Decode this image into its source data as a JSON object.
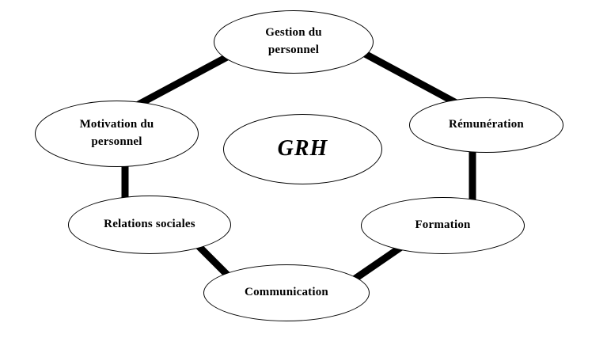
{
  "diagram": {
    "center": {
      "label": "GRH"
    },
    "nodes": [
      {
        "id": "gestion-du-personnel",
        "lines": [
          "Gestion du",
          "personnel"
        ]
      },
      {
        "id": "motivation-du-personnel",
        "lines": [
          "Motivation du",
          "personnel"
        ]
      },
      {
        "id": "remuneration",
        "lines": [
          "Rémunération"
        ]
      },
      {
        "id": "relations-sociales",
        "lines": [
          "Relations sociales"
        ]
      },
      {
        "id": "formation",
        "lines": [
          "Formation"
        ]
      },
      {
        "id": "communication",
        "lines": [
          "Communication"
        ]
      }
    ],
    "colors": {
      "outline": "#000000",
      "connector": "#000000",
      "background": "#ffffff",
      "text": "#000000"
    }
  }
}
